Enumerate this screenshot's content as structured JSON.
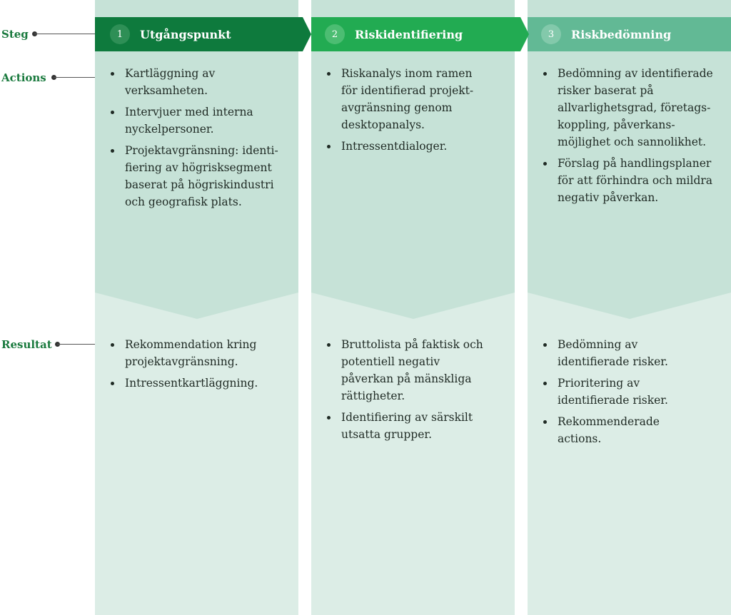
{
  "row_labels": {
    "steg": "Steg",
    "actions": "Actions",
    "resultat": "Resultat"
  },
  "steps": [
    {
      "number": "1",
      "title": "Utgångspunkt",
      "actions": [
        "Kartläggning av verksamheten.",
        "Intervjuer med interna nyckelpersoner.",
        "Projektavgränsning: identi­fiering av högrisksegment baserat på högriskindustri och geografisk plats."
      ],
      "results": [
        "Rekommendation kring projektavgränsning.",
        "Intressentkartläggning."
      ]
    },
    {
      "number": "2",
      "title": "Riskidentifiering",
      "actions": [
        "Riskanalys inom ramen för identifierad projekt­avgränsning genom desktopanalys.",
        "Intressentdialoger."
      ],
      "results": [
        "Bruttolista på faktisk och potentiell negativ påverkan på mänskliga rättigheter.",
        "Identifiering av särskilt utsatta grupper."
      ]
    },
    {
      "number": "3",
      "title": "Riskbedömning",
      "actions": [
        "Bedömning av identifie­rade risker baserat på allvarlighetsgrad, företags­koppling, påverkans­möjlighet och sannolikhet.",
        "Förslag på handlingsplaner för att förhindra och mildra negativ påverkan."
      ],
      "results": [
        "Bedömning av identifierade risker.",
        "Prioritering av identifierade risker.",
        "Rekommenderade actions."
      ]
    }
  ],
  "colors": {
    "step1_header": "#0e7a3d",
    "step2_header": "#22ab52",
    "step3_header": "#62b995",
    "actions_bg": "#c6e2d7",
    "results_bg": "#dcede6",
    "label_text": "#1a7a3e"
  }
}
